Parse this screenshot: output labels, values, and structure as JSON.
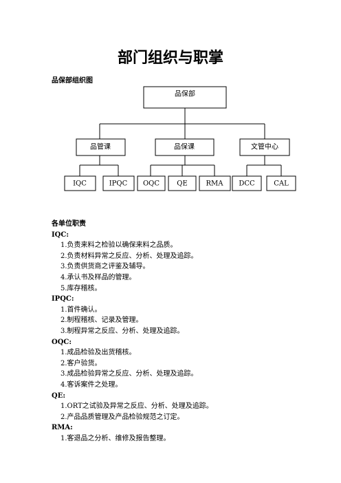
{
  "doc": {
    "title": "部门组织与职掌",
    "org_heading": "品保部组织图",
    "resp_heading": "各单位职责"
  },
  "org": {
    "root": "品保部",
    "level2": [
      "品管课",
      "品保课",
      "文管中心"
    ],
    "level3": [
      "IQC",
      "IPQC",
      "OQC",
      "QE",
      "RMA",
      "DCC",
      "CAL"
    ]
  },
  "sections": [
    {
      "name": "IQC:",
      "items": [
        "1.负责来料之检验以确保来料之品质。",
        "2.负责材料异常之反应、分析、处理及追踪。",
        "3.负责供货商之评鉴及辅导。",
        "4.承认书及样品的管理。",
        "5.库存稽核。"
      ]
    },
    {
      "name": "IPQC:",
      "items": [
        "1.首件确认。",
        "2.制程稽核、记录及管理。",
        "3.制程异常之反应、分析、处理及追踪。"
      ]
    },
    {
      "name": "OQC:",
      "items": [
        "1.成品检验及出货稽核。",
        "2.客户验货。",
        "3.成品检验异常之反应、分析、处理及追踪。",
        "4.客诉案件之处理。"
      ]
    },
    {
      "name": "QE:",
      "items": [
        "1.ORT之试验及异常之反应、分析、处理及追踪。",
        "2.产品品质管理及产品检验规范之订定。"
      ]
    },
    {
      "name": "RMA:",
      "items": [
        "1.客退品之分析、维修及报告整理。"
      ]
    }
  ]
}
